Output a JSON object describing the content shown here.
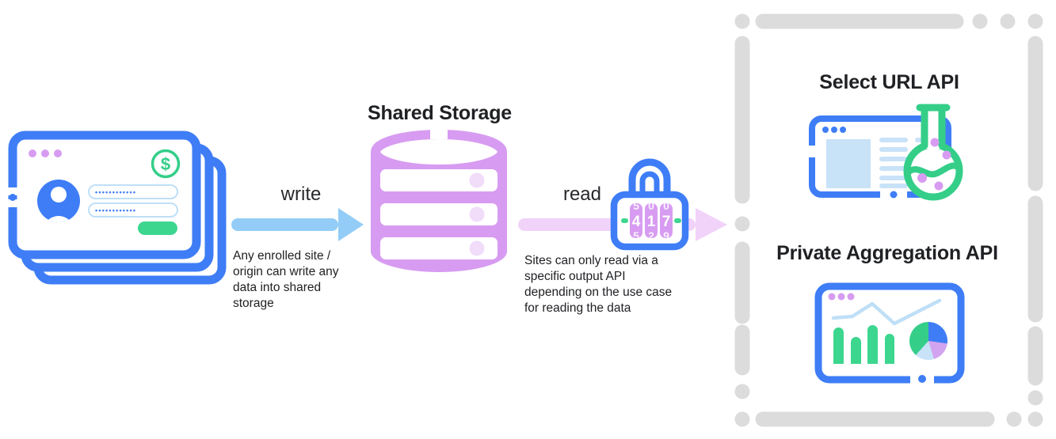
{
  "colors": {
    "blue": "#3E7DF6",
    "light_blue_fill": "#C8E2F8",
    "line_chart_blue": "#BFDFF7",
    "write_arrow_blue": "#93CDF7",
    "purple": "#D79CF1",
    "light_purple_dot": "#F1DCFA",
    "read_arrow_pink": "#F1D3FA",
    "green": "#34CE89",
    "button_green": "#3DD68F",
    "frame_gray": "#DCDCDC",
    "text": "#202124"
  },
  "left_illustration": {
    "description": "stack of three browser windows with a login form and money badge",
    "dollar_symbol": "$",
    "password_value_1": "••••••••••••",
    "password_value_2": "••••••••••••"
  },
  "write_flow": {
    "label": "write",
    "caption": "Any enrolled site /\norigin can write any\ndata into shared\nstorage"
  },
  "shared_storage": {
    "title": "Shared Storage"
  },
  "read_flow": {
    "label": "read",
    "caption": "Sites can only read via a\nspecific output API\ndepending on the use case\nfor reading the data"
  },
  "lock": {
    "digits": [
      "4",
      "1",
      "7"
    ],
    "partial_top": [
      "5",
      "0",
      "0"
    ],
    "partial_bottom": [
      "5",
      "2",
      "9"
    ]
  },
  "output_apis": {
    "select_url_title": "Select URL API",
    "private_aggregation_title": "Private Aggregation API"
  }
}
